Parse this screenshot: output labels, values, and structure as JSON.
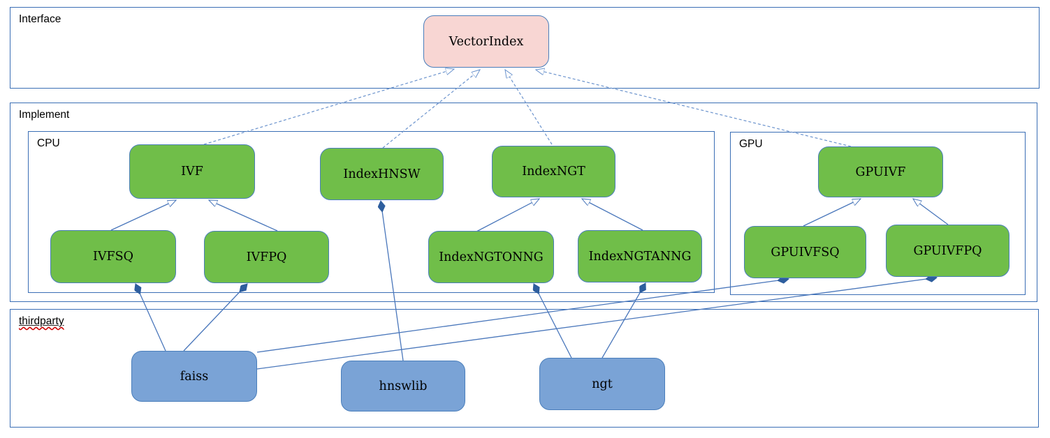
{
  "containers": {
    "interface": {
      "label": "Interface"
    },
    "implement": {
      "label": "Implement"
    },
    "cpu": {
      "label": "CPU"
    },
    "gpu": {
      "label": "GPU"
    },
    "thirdparty": {
      "label": "thirdparty"
    }
  },
  "nodes": {
    "vectorindex": {
      "label": "VectorIndex",
      "kind": "interface"
    },
    "ivf": {
      "label": "IVF",
      "kind": "cpu-class"
    },
    "indexhnsw": {
      "label": "IndexHNSW",
      "kind": "cpu-class"
    },
    "indexngt": {
      "label": "IndexNGT",
      "kind": "cpu-class"
    },
    "ivfsq": {
      "label": "IVFSQ",
      "kind": "cpu-class"
    },
    "ivfpq": {
      "label": "IVFPQ",
      "kind": "cpu-class"
    },
    "indexngtonng": {
      "label": "IndexNGTONNG",
      "kind": "cpu-class"
    },
    "indexngtanng": {
      "label": "IndexNGTANNG",
      "kind": "cpu-class"
    },
    "gpuivf": {
      "label": "GPUIVF",
      "kind": "gpu-class"
    },
    "gpuivfsq": {
      "label": "GPUIVFSQ",
      "kind": "gpu-class"
    },
    "gpuivfpq": {
      "label": "GPUIVFPQ",
      "kind": "gpu-class"
    },
    "faiss": {
      "label": "faiss",
      "kind": "thirdparty-lib"
    },
    "hnswlib": {
      "label": "hnswlib",
      "kind": "thirdparty-lib"
    },
    "ngt": {
      "label": "ngt",
      "kind": "thirdparty-lib"
    }
  },
  "edges": [
    {
      "from": "IVF",
      "to": "VectorIndex",
      "type": "realization-dashed-hollow-arrow"
    },
    {
      "from": "IndexHNSW",
      "to": "VectorIndex",
      "type": "realization-dashed-hollow-arrow"
    },
    {
      "from": "IndexNGT",
      "to": "VectorIndex",
      "type": "realization-dashed-hollow-arrow"
    },
    {
      "from": "GPUIVF",
      "to": "VectorIndex",
      "type": "realization-dashed-hollow-arrow"
    },
    {
      "from": "IVFSQ",
      "to": "IVF",
      "type": "inheritance-hollow-arrow"
    },
    {
      "from": "IVFPQ",
      "to": "IVF",
      "type": "inheritance-hollow-arrow"
    },
    {
      "from": "IndexNGTONNG",
      "to": "IndexNGT",
      "type": "inheritance-hollow-arrow"
    },
    {
      "from": "IndexNGTANNG",
      "to": "IndexNGT",
      "type": "inheritance-hollow-arrow"
    },
    {
      "from": "GPUIVFSQ",
      "to": "GPUIVF",
      "type": "inheritance-hollow-arrow"
    },
    {
      "from": "GPUIVFPQ",
      "to": "GPUIVF",
      "type": "inheritance-hollow-arrow"
    },
    {
      "from": "faiss",
      "to": "IVFSQ",
      "type": "composition-filled-diamond"
    },
    {
      "from": "faiss",
      "to": "IVFPQ",
      "type": "composition-filled-diamond"
    },
    {
      "from": "faiss",
      "to": "GPUIVFSQ",
      "type": "composition-filled-diamond"
    },
    {
      "from": "faiss",
      "to": "GPUIVFPQ",
      "type": "composition-filled-diamond"
    },
    {
      "from": "hnswlib",
      "to": "IndexHNSW",
      "type": "composition-filled-diamond"
    },
    {
      "from": "ngt",
      "to": "IndexNGTONNG",
      "type": "composition-filled-diamond"
    },
    {
      "from": "ngt",
      "to": "IndexNGTANNG",
      "type": "composition-filled-diamond"
    }
  ],
  "colors": {
    "container_border": "#3a6eb5",
    "node_border": "#4a7ebb",
    "interface_fill": "#f8d6d3",
    "implement_fill": "#70be49",
    "thirdparty_fill": "#7aa3d6",
    "edge_line": "#4a77bb",
    "diamond_fill": "#2e5e9e",
    "spellcheck_squiggle": "#cc0000"
  }
}
